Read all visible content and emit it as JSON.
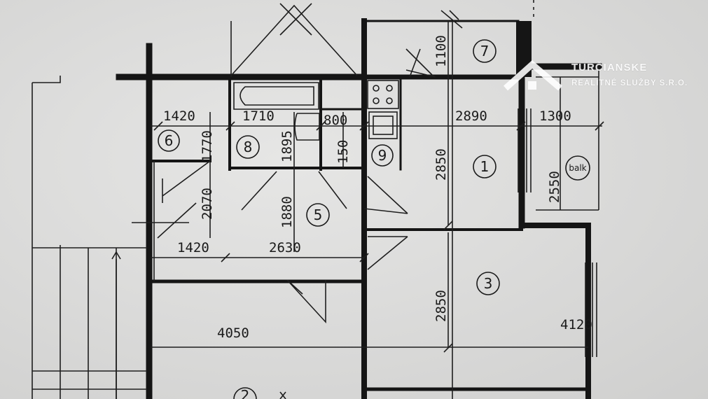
{
  "rooms": [
    {
      "id": "r1",
      "number": "1"
    },
    {
      "id": "r3",
      "number": "3"
    },
    {
      "id": "r5",
      "number": "5"
    },
    {
      "id": "r6",
      "number": "6"
    },
    {
      "id": "r7",
      "number": "7"
    },
    {
      "id": "r8",
      "number": "8"
    },
    {
      "id": "r9",
      "number": "9"
    },
    {
      "id": "r2",
      "number": "2"
    }
  ],
  "balcony_label": "balk",
  "dimensions": {
    "d1420_top": "1420",
    "d1710": "1710",
    "d800": "800",
    "d2890": "2890",
    "d1300": "1300",
    "d1100": "1100",
    "d1770": "1770",
    "d1895": "1895",
    "d150": "150",
    "d2850_top": "2850",
    "d2550": "2550",
    "d2070": "2070",
    "d1880": "1880",
    "d1420_mid": "1420",
    "d2630": "2630",
    "d2850_mid": "2850",
    "d4050": "4050",
    "d4120": "4120"
  },
  "watermark": {
    "line1": "TURČIANSKE",
    "line2": "REALITNÉ SLUŽBY S.R.O.",
    "color": "#ffffff"
  }
}
